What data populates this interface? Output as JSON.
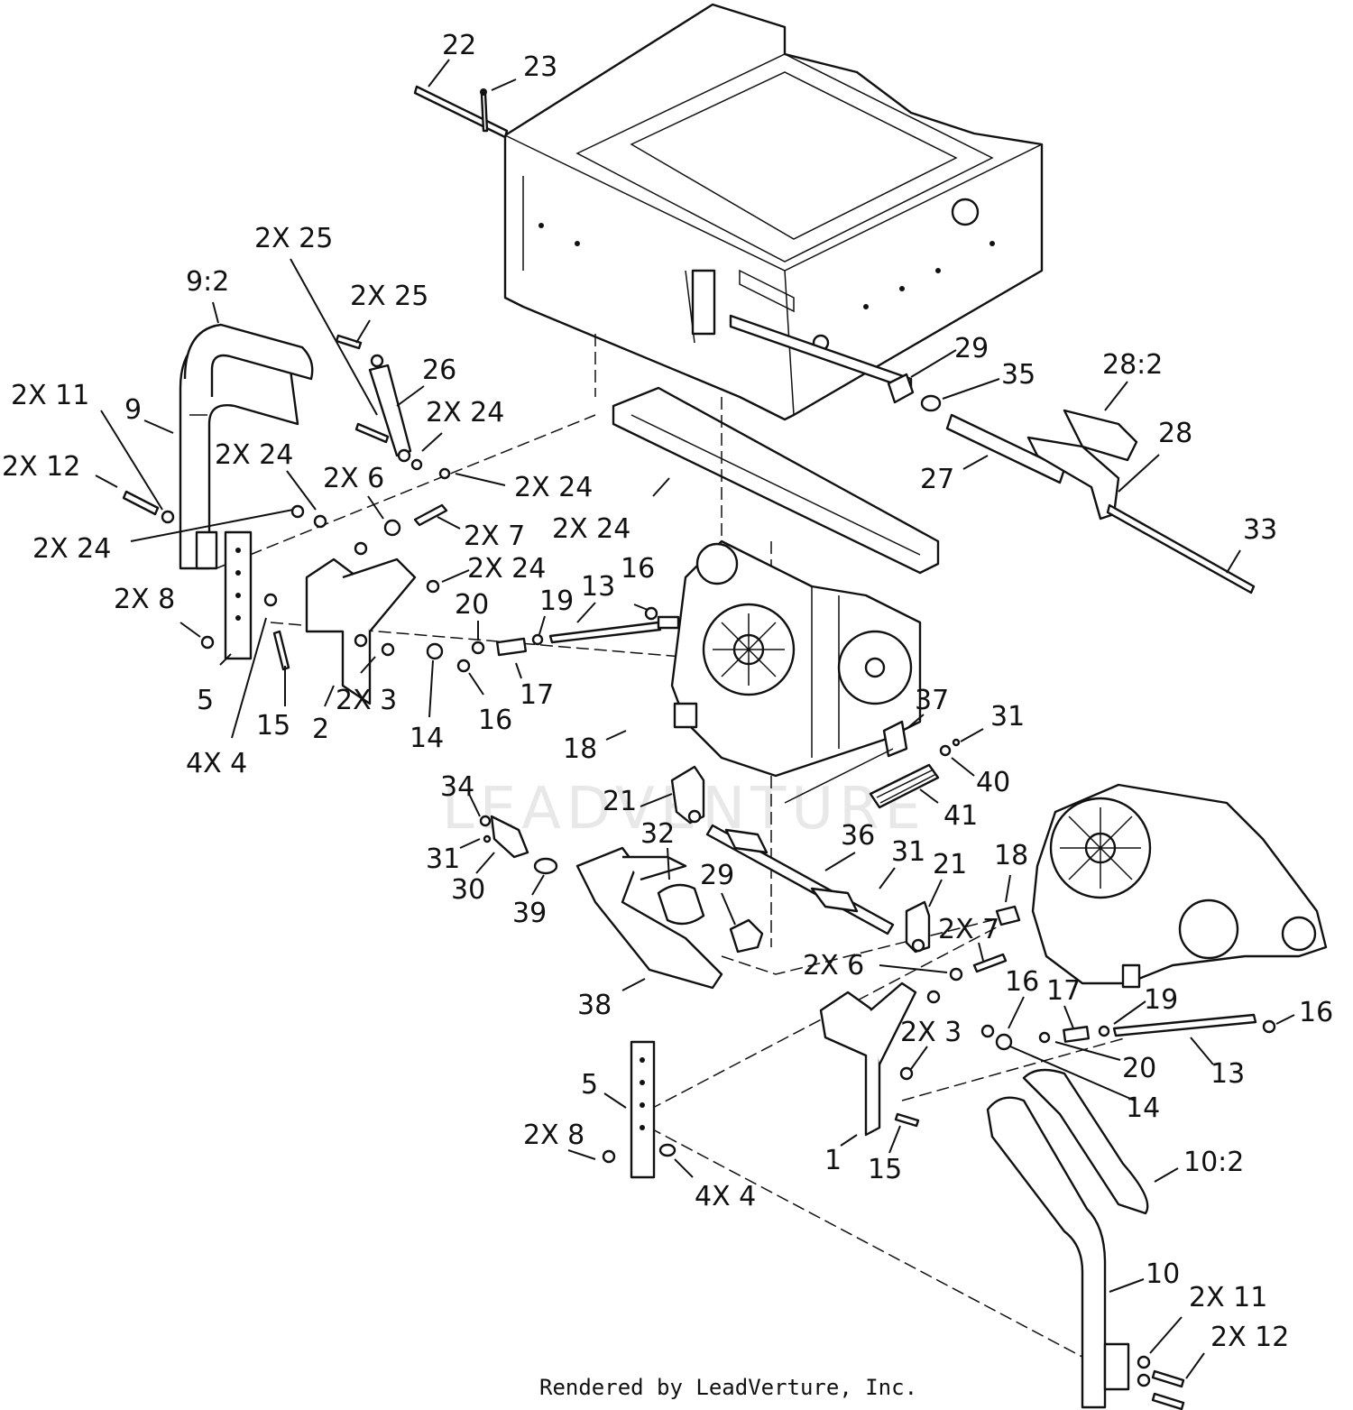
{
  "footer": "Rendered by LeadVerture, Inc.",
  "watermark": "LEADVENTURE",
  "labels": [
    {
      "id": "l22",
      "text": "22"
    },
    {
      "id": "l23",
      "text": "23"
    },
    {
      "id": "l9_2",
      "text": "9:2"
    },
    {
      "id": "l2x25a",
      "text": "2X 25"
    },
    {
      "id": "l2x25b",
      "text": "2X 25"
    },
    {
      "id": "l26",
      "text": "26"
    },
    {
      "id": "l2x11a",
      "text": "2X 11"
    },
    {
      "id": "l9",
      "text": "9"
    },
    {
      "id": "l2x24a",
      "text": "2X 24"
    },
    {
      "id": "l2x12a",
      "text": "2X 12"
    },
    {
      "id": "l2x24b",
      "text": "2X 24"
    },
    {
      "id": "l2x6a",
      "text": "2X 6"
    },
    {
      "id": "l2x24c",
      "text": "2X 24"
    },
    {
      "id": "l2x24d",
      "text": "2X 24"
    },
    {
      "id": "l2x7a",
      "text": "2X 7"
    },
    {
      "id": "l2x24e",
      "text": "2X 24"
    },
    {
      "id": "l2x24f",
      "text": "2X 24"
    },
    {
      "id": "l2x8a",
      "text": "2X 8"
    },
    {
      "id": "l16a",
      "text": "16"
    },
    {
      "id": "l13a",
      "text": "13"
    },
    {
      "id": "l20a",
      "text": "20"
    },
    {
      "id": "l19a",
      "text": "19"
    },
    {
      "id": "l5a",
      "text": "5"
    },
    {
      "id": "l2x3a",
      "text": "2X 3"
    },
    {
      "id": "l17a",
      "text": "17"
    },
    {
      "id": "l15a",
      "text": "15"
    },
    {
      "id": "l2",
      "text": "2"
    },
    {
      "id": "l16b",
      "text": "16"
    },
    {
      "id": "l14a",
      "text": "14"
    },
    {
      "id": "l4x4a",
      "text": "4X 4"
    },
    {
      "id": "l18a",
      "text": "18"
    },
    {
      "id": "l29a",
      "text": "29"
    },
    {
      "id": "l35",
      "text": "35"
    },
    {
      "id": "l28_2",
      "text": "28:2"
    },
    {
      "id": "l28",
      "text": "28"
    },
    {
      "id": "l27",
      "text": "27"
    },
    {
      "id": "l33",
      "text": "33"
    },
    {
      "id": "l37",
      "text": "37"
    },
    {
      "id": "l31a",
      "text": "31"
    },
    {
      "id": "l40",
      "text": "40"
    },
    {
      "id": "l41",
      "text": "41"
    },
    {
      "id": "l34",
      "text": "34"
    },
    {
      "id": "l21a",
      "text": "21"
    },
    {
      "id": "l32",
      "text": "32"
    },
    {
      "id": "l36",
      "text": "36"
    },
    {
      "id": "l31b",
      "text": "31"
    },
    {
      "id": "l21b",
      "text": "21"
    },
    {
      "id": "l18b",
      "text": "18"
    },
    {
      "id": "l31c",
      "text": "31"
    },
    {
      "id": "l30",
      "text": "30"
    },
    {
      "id": "l39",
      "text": "39"
    },
    {
      "id": "l29b",
      "text": "29"
    },
    {
      "id": "l2x7b",
      "text": "2X 7"
    },
    {
      "id": "l2x6b",
      "text": "2X 6"
    },
    {
      "id": "l38",
      "text": "38"
    },
    {
      "id": "l16c",
      "text": "16"
    },
    {
      "id": "l17b",
      "text": "17"
    },
    {
      "id": "l19b",
      "text": "19"
    },
    {
      "id": "l16d",
      "text": "16"
    },
    {
      "id": "l2x3b",
      "text": "2X 3"
    },
    {
      "id": "l20b",
      "text": "20"
    },
    {
      "id": "l13b",
      "text": "13"
    },
    {
      "id": "l5b",
      "text": "5"
    },
    {
      "id": "l14b",
      "text": "14"
    },
    {
      "id": "l2x8b",
      "text": "2X 8"
    },
    {
      "id": "l1",
      "text": "1"
    },
    {
      "id": "l15b",
      "text": "15"
    },
    {
      "id": "l4x4b",
      "text": "4X 4"
    },
    {
      "id": "l10_2",
      "text": "10:2"
    },
    {
      "id": "l10",
      "text": "10"
    },
    {
      "id": "l2x11b",
      "text": "2X 11"
    },
    {
      "id": "l2x12b",
      "text": "2X 12"
    }
  ]
}
